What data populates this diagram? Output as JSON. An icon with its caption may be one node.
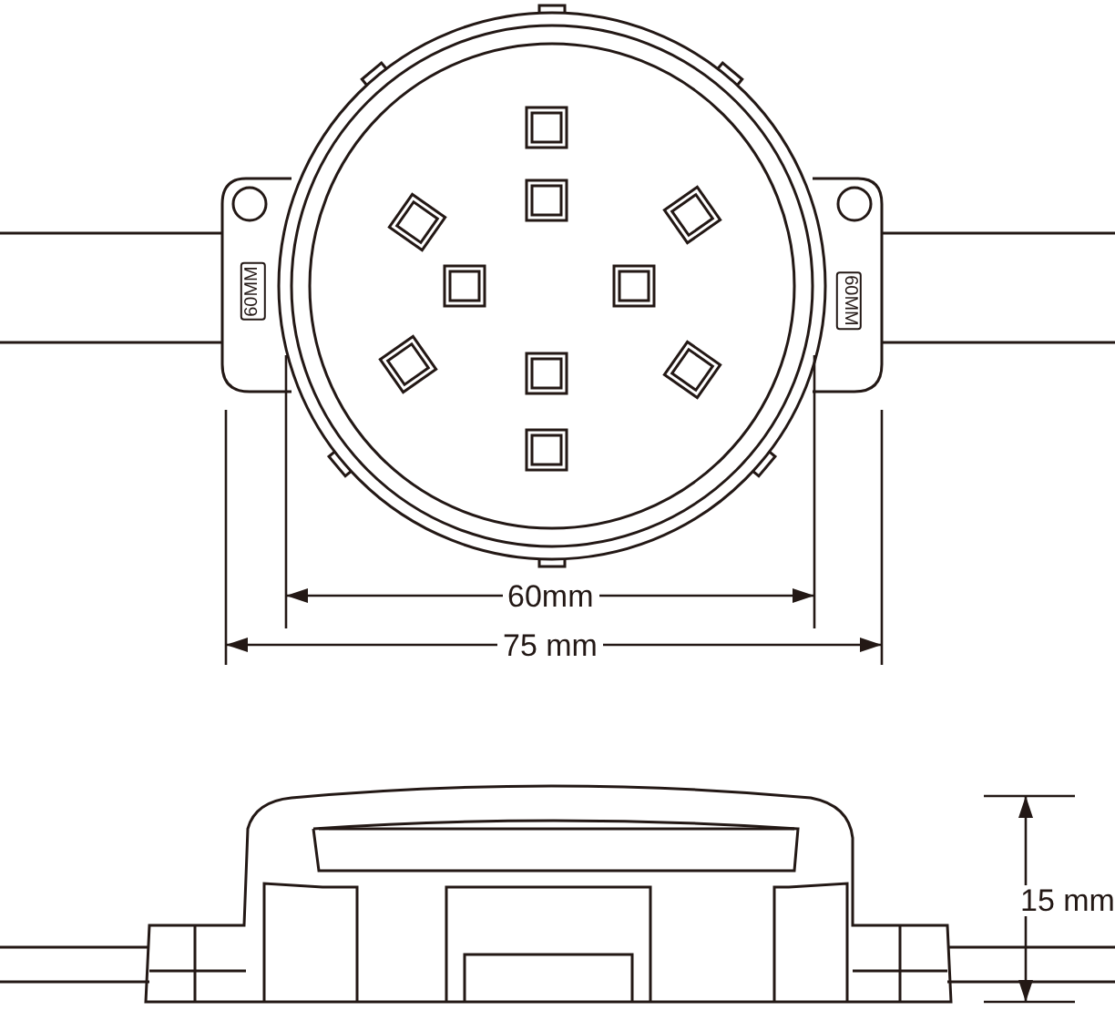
{
  "diagram": {
    "labels": [
      "60MM",
      "60MM",
      "60mm",
      "75 mm",
      "15 mm"
    ]
  }
}
